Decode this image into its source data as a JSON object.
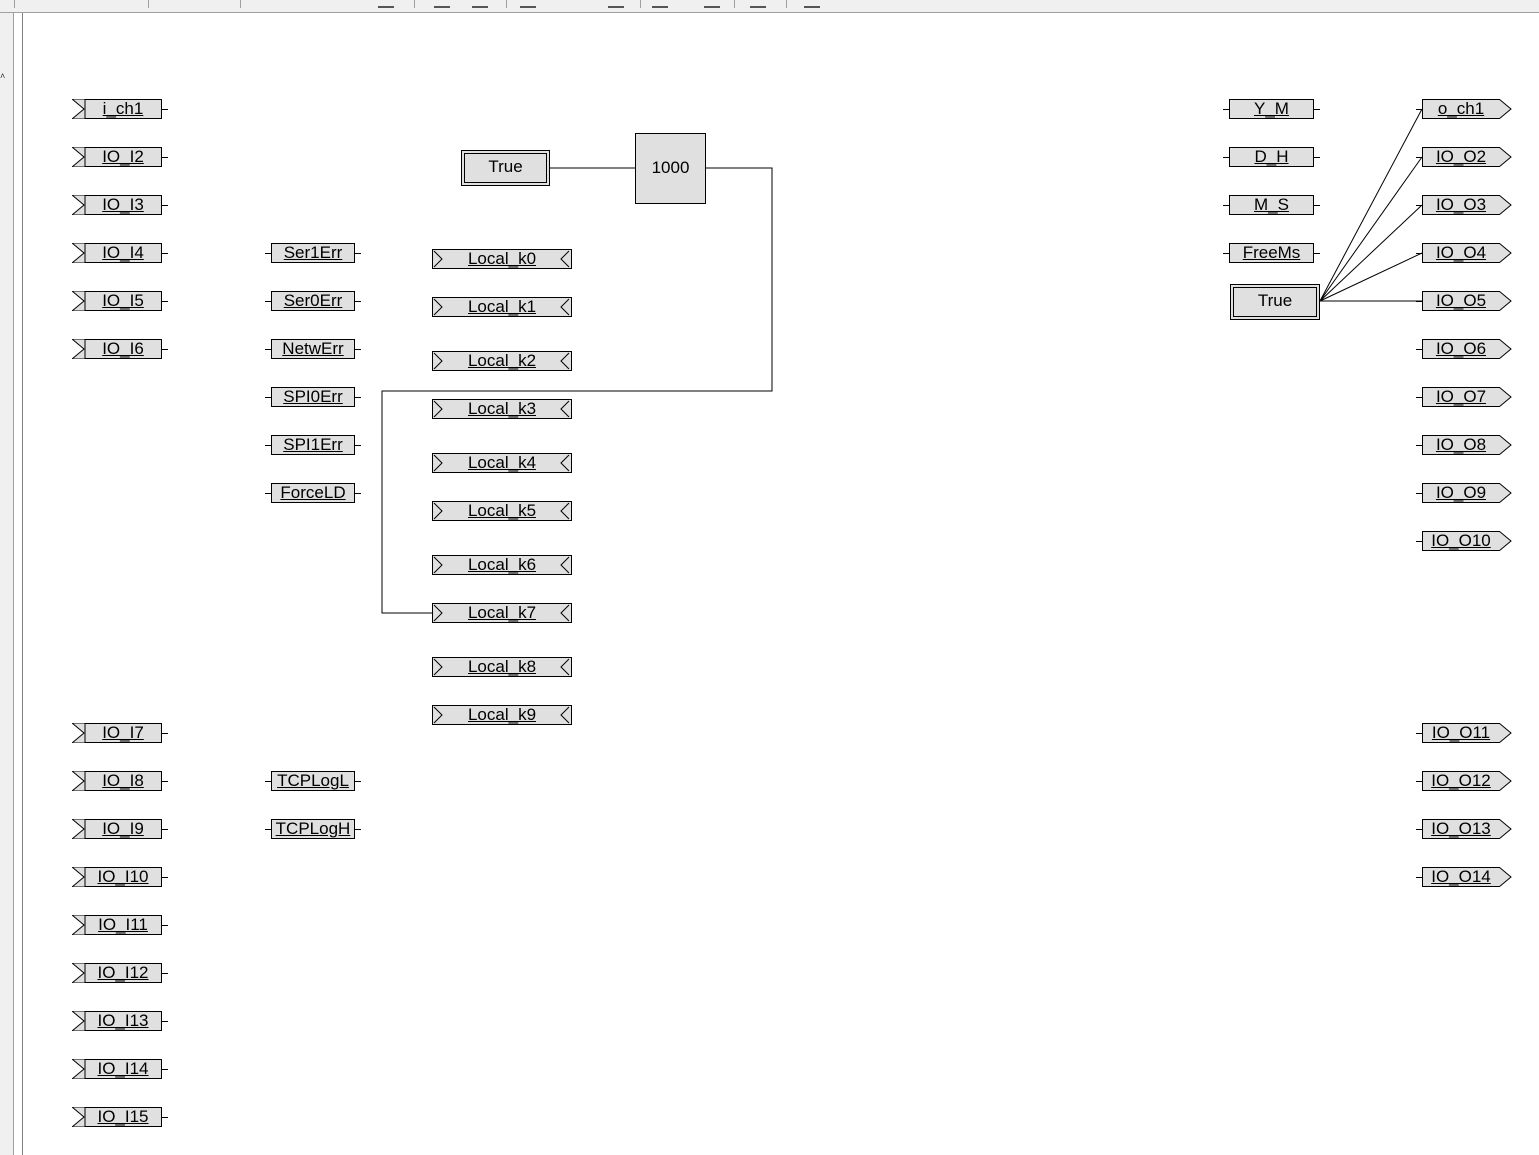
{
  "colors": {
    "block_fill": "#e0e0e0",
    "line": "#000000",
    "background": "#ffffff"
  },
  "icons": {
    "input_tag": "input-arrow-icon",
    "output_tag": "output-arrow-icon",
    "local_tag": "bidirectional-tag-icon",
    "ramp": "ramp-curve-icon"
  },
  "inputs": [
    "i_ch1",
    "IO_I2",
    "IO_I3",
    "IO_I4",
    "IO_I5",
    "IO_I6",
    "IO_I7",
    "IO_I8",
    "IO_I9",
    "IO_I10",
    "IO_I11",
    "IO_I12",
    "IO_I13",
    "IO_I14",
    "IO_I15"
  ],
  "system_vars": [
    "Ser1Err",
    "Ser0Err",
    "NetwErr",
    "SPI0Err",
    "SPI1Err",
    "ForceLD",
    "TCPLogL",
    "TCPLogH"
  ],
  "locals": [
    "Local_k0",
    "Local_k1",
    "Local_k2",
    "Local_k3",
    "Local_k4",
    "Local_k5",
    "Local_k6",
    "Local_k7",
    "Local_k8",
    "Local_k9"
  ],
  "true_block_left": "True",
  "ramp_block": {
    "value": "1000"
  },
  "clock_vars": [
    "Y_M",
    "D_H",
    "M_S",
    "FreeMs"
  ],
  "true_block_right": "True",
  "outputs": [
    "o_ch1",
    "IO_O2",
    "IO_O3",
    "IO_O4",
    "IO_O5",
    "IO_O6",
    "IO_O7",
    "IO_O8",
    "IO_O9",
    "IO_O10",
    "IO_O11",
    "IO_O12",
    "IO_O13",
    "IO_O14"
  ]
}
